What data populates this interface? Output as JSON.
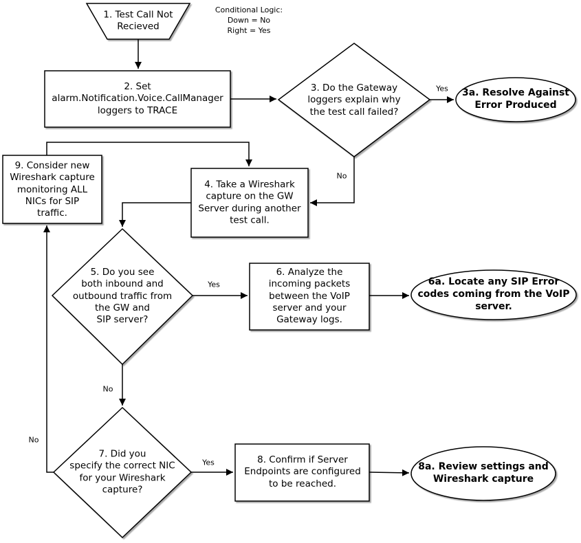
{
  "note": {
    "text": "Conditional Logic:\nDown = No\nRight = Yes"
  },
  "nodes": {
    "n1": {
      "shape": "trapezoid",
      "label": "1. Test Call Not\nRecieved"
    },
    "n2": {
      "shape": "process",
      "label": "2. Set\nalarm.Notification.Voice.CallManager\nloggers to TRACE"
    },
    "n3": {
      "shape": "decision",
      "label": "3. Do the Gateway\nloggers explain why\nthe test call failed?"
    },
    "n3a": {
      "shape": "terminator",
      "label": "3a. Resolve Against\nError Produced"
    },
    "n4": {
      "shape": "process",
      "label": "4. Take a Wireshark\ncapture on the GW\nServer during another\ntest call."
    },
    "n5": {
      "shape": "decision",
      "label": "5. Do you see\nboth inbound and\noutbound traffic from\nthe GW and\nSIP server?"
    },
    "n6": {
      "shape": "process",
      "label": "6. Analyze the\nincoming packets\nbetween the VoIP\nserver and your\nGateway logs."
    },
    "n6a": {
      "shape": "terminator",
      "label": "6a. Locate any SIP Error\ncodes coming from the VoIP\nserver."
    },
    "n7": {
      "shape": "decision",
      "label": "7. Did you\nspecify the correct NIC\nfor your Wireshark\ncapture?"
    },
    "n8": {
      "shape": "process",
      "label": "8. Confirm if Server\nEndpoints are configured\nto be reached."
    },
    "n8a": {
      "shape": "terminator",
      "label": "8a. Review settings and\nWireshark capture"
    },
    "n9": {
      "shape": "process",
      "label": "9. Consider new\nWireshark capture\nmonitoring ALL\nNICs  for SIP\ntraffic."
    }
  },
  "edge_labels": {
    "e3_yes": "Yes",
    "e3_no": "No",
    "e5_yes": "Yes",
    "e5_no": "No",
    "e7_yes": "Yes",
    "e7_no": "No"
  },
  "edges": [
    {
      "from": "n1",
      "to": "n2",
      "label": ""
    },
    {
      "from": "n2",
      "to": "n3",
      "label": ""
    },
    {
      "from": "n3",
      "to": "n3a",
      "label": "Yes"
    },
    {
      "from": "n3",
      "to": "n4",
      "label": "No"
    },
    {
      "from": "n4",
      "to": "n5",
      "label": ""
    },
    {
      "from": "n5",
      "to": "n6",
      "label": "Yes"
    },
    {
      "from": "n6",
      "to": "n6a",
      "label": ""
    },
    {
      "from": "n5",
      "to": "n7",
      "label": "No"
    },
    {
      "from": "n7",
      "to": "n8",
      "label": "Yes"
    },
    {
      "from": "n8",
      "to": "n8a",
      "label": ""
    },
    {
      "from": "n7",
      "to": "n9",
      "label": "No"
    },
    {
      "from": "n9",
      "to": "n4",
      "label": ""
    }
  ],
  "colors": {
    "shape_fill": "#ffffff",
    "stroke": "#000000",
    "text": "#000000"
  }
}
